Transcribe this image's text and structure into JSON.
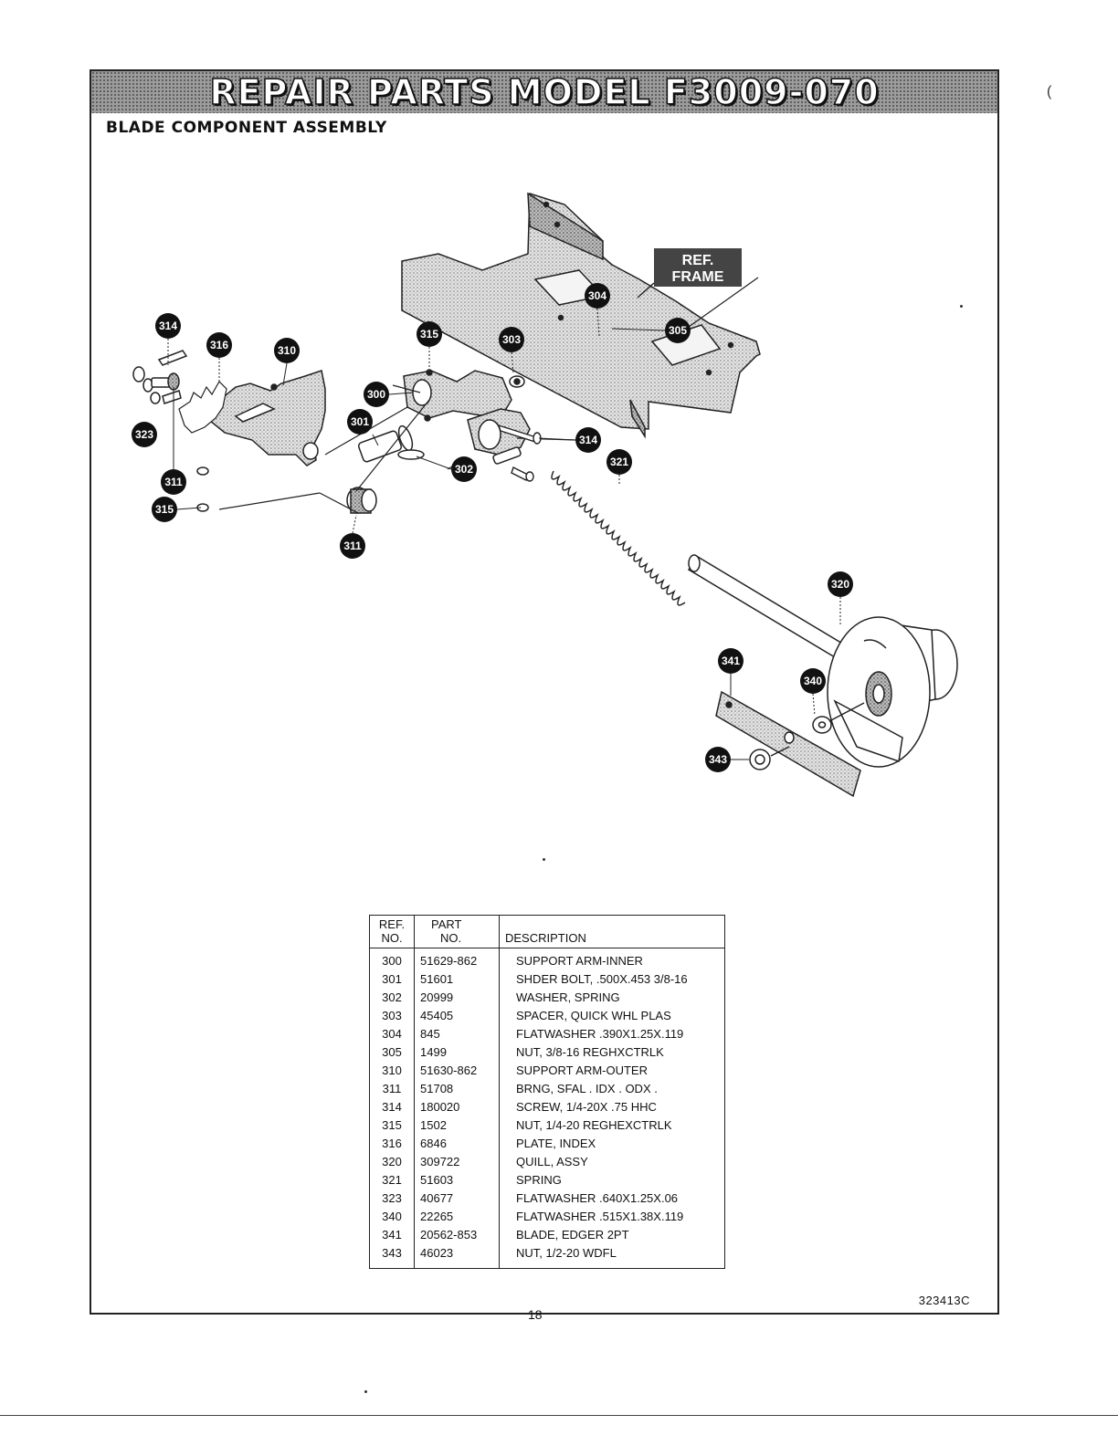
{
  "header": {
    "title": "REPAIR PARTS MODEL F3009-070",
    "subtitle": "BLADE COMPONENT ASSEMBLY"
  },
  "diagram": {
    "ref_label_line1": "REF.",
    "ref_label_line2": "FRAME",
    "callouts": {
      "c300": "300",
      "c301": "301",
      "c302": "302",
      "c303": "303",
      "c304": "304",
      "c305": "305",
      "c310": "310",
      "c311a": "311",
      "c311b": "311",
      "c314a": "314",
      "c314b": "314",
      "c315a": "315",
      "c315b": "315",
      "c316": "316",
      "c320": "320",
      "c321": "321",
      "c323": "323",
      "c340": "340",
      "c341": "341",
      "c343": "343"
    }
  },
  "table": {
    "headers": {
      "ref_line1": "REF.",
      "ref_line2": "NO.",
      "part_line1": "PART",
      "part_line2": "NO.",
      "description": "DESCRIPTION"
    },
    "rows": [
      {
        "ref": "300",
        "part": "51629-862",
        "desc": "SUPPORT ARM-INNER"
      },
      {
        "ref": "301",
        "part": "51601",
        "desc": "SHDER BOLT, .500X.453 3/8-16"
      },
      {
        "ref": "302",
        "part": "20999",
        "desc": "WASHER, SPRING"
      },
      {
        "ref": "303",
        "part": "45405",
        "desc": "SPACER, QUICK WHL  PLAS"
      },
      {
        "ref": "304",
        "part": "845",
        "desc": "FLATWASHER .390X1.25X.119"
      },
      {
        "ref": "305",
        "part": "1499",
        "desc": "NUT, 3/8-16 REGHXCTRLK"
      },
      {
        "ref": "310",
        "part": "51630-862",
        "desc": "SUPPORT ARM-OUTER"
      },
      {
        "ref": "311",
        "part": "51708",
        "desc": "BRNG, SFAL .  IDX .  ODX ."
      },
      {
        "ref": "314",
        "part": "180020",
        "desc": "SCREW, 1/4-20X .75 HHC"
      },
      {
        "ref": "315",
        "part": "1502",
        "desc": "NUT, 1/4-20 REGHEXCTRLK"
      },
      {
        "ref": "316",
        "part": "6846",
        "desc": "PLATE, INDEX"
      },
      {
        "ref": "320",
        "part": "309722",
        "desc": "QUILL, ASSY"
      },
      {
        "ref": "321",
        "part": "51603",
        "desc": "SPRING"
      },
      {
        "ref": "323",
        "part": "40677",
        "desc": "FLATWASHER .640X1.25X.06"
      },
      {
        "ref": "340",
        "part": "22265",
        "desc": "FLATWASHER .515X1.38X.119"
      },
      {
        "ref": "341",
        "part": "20562-853",
        "desc": "BLADE, EDGER 2PT"
      },
      {
        "ref": "343",
        "part": "46023",
        "desc": "NUT, 1/2-20 WDFL"
      }
    ]
  },
  "footer": {
    "doc_code": "323413C",
    "page_number": "18",
    "margin_mark": "("
  }
}
